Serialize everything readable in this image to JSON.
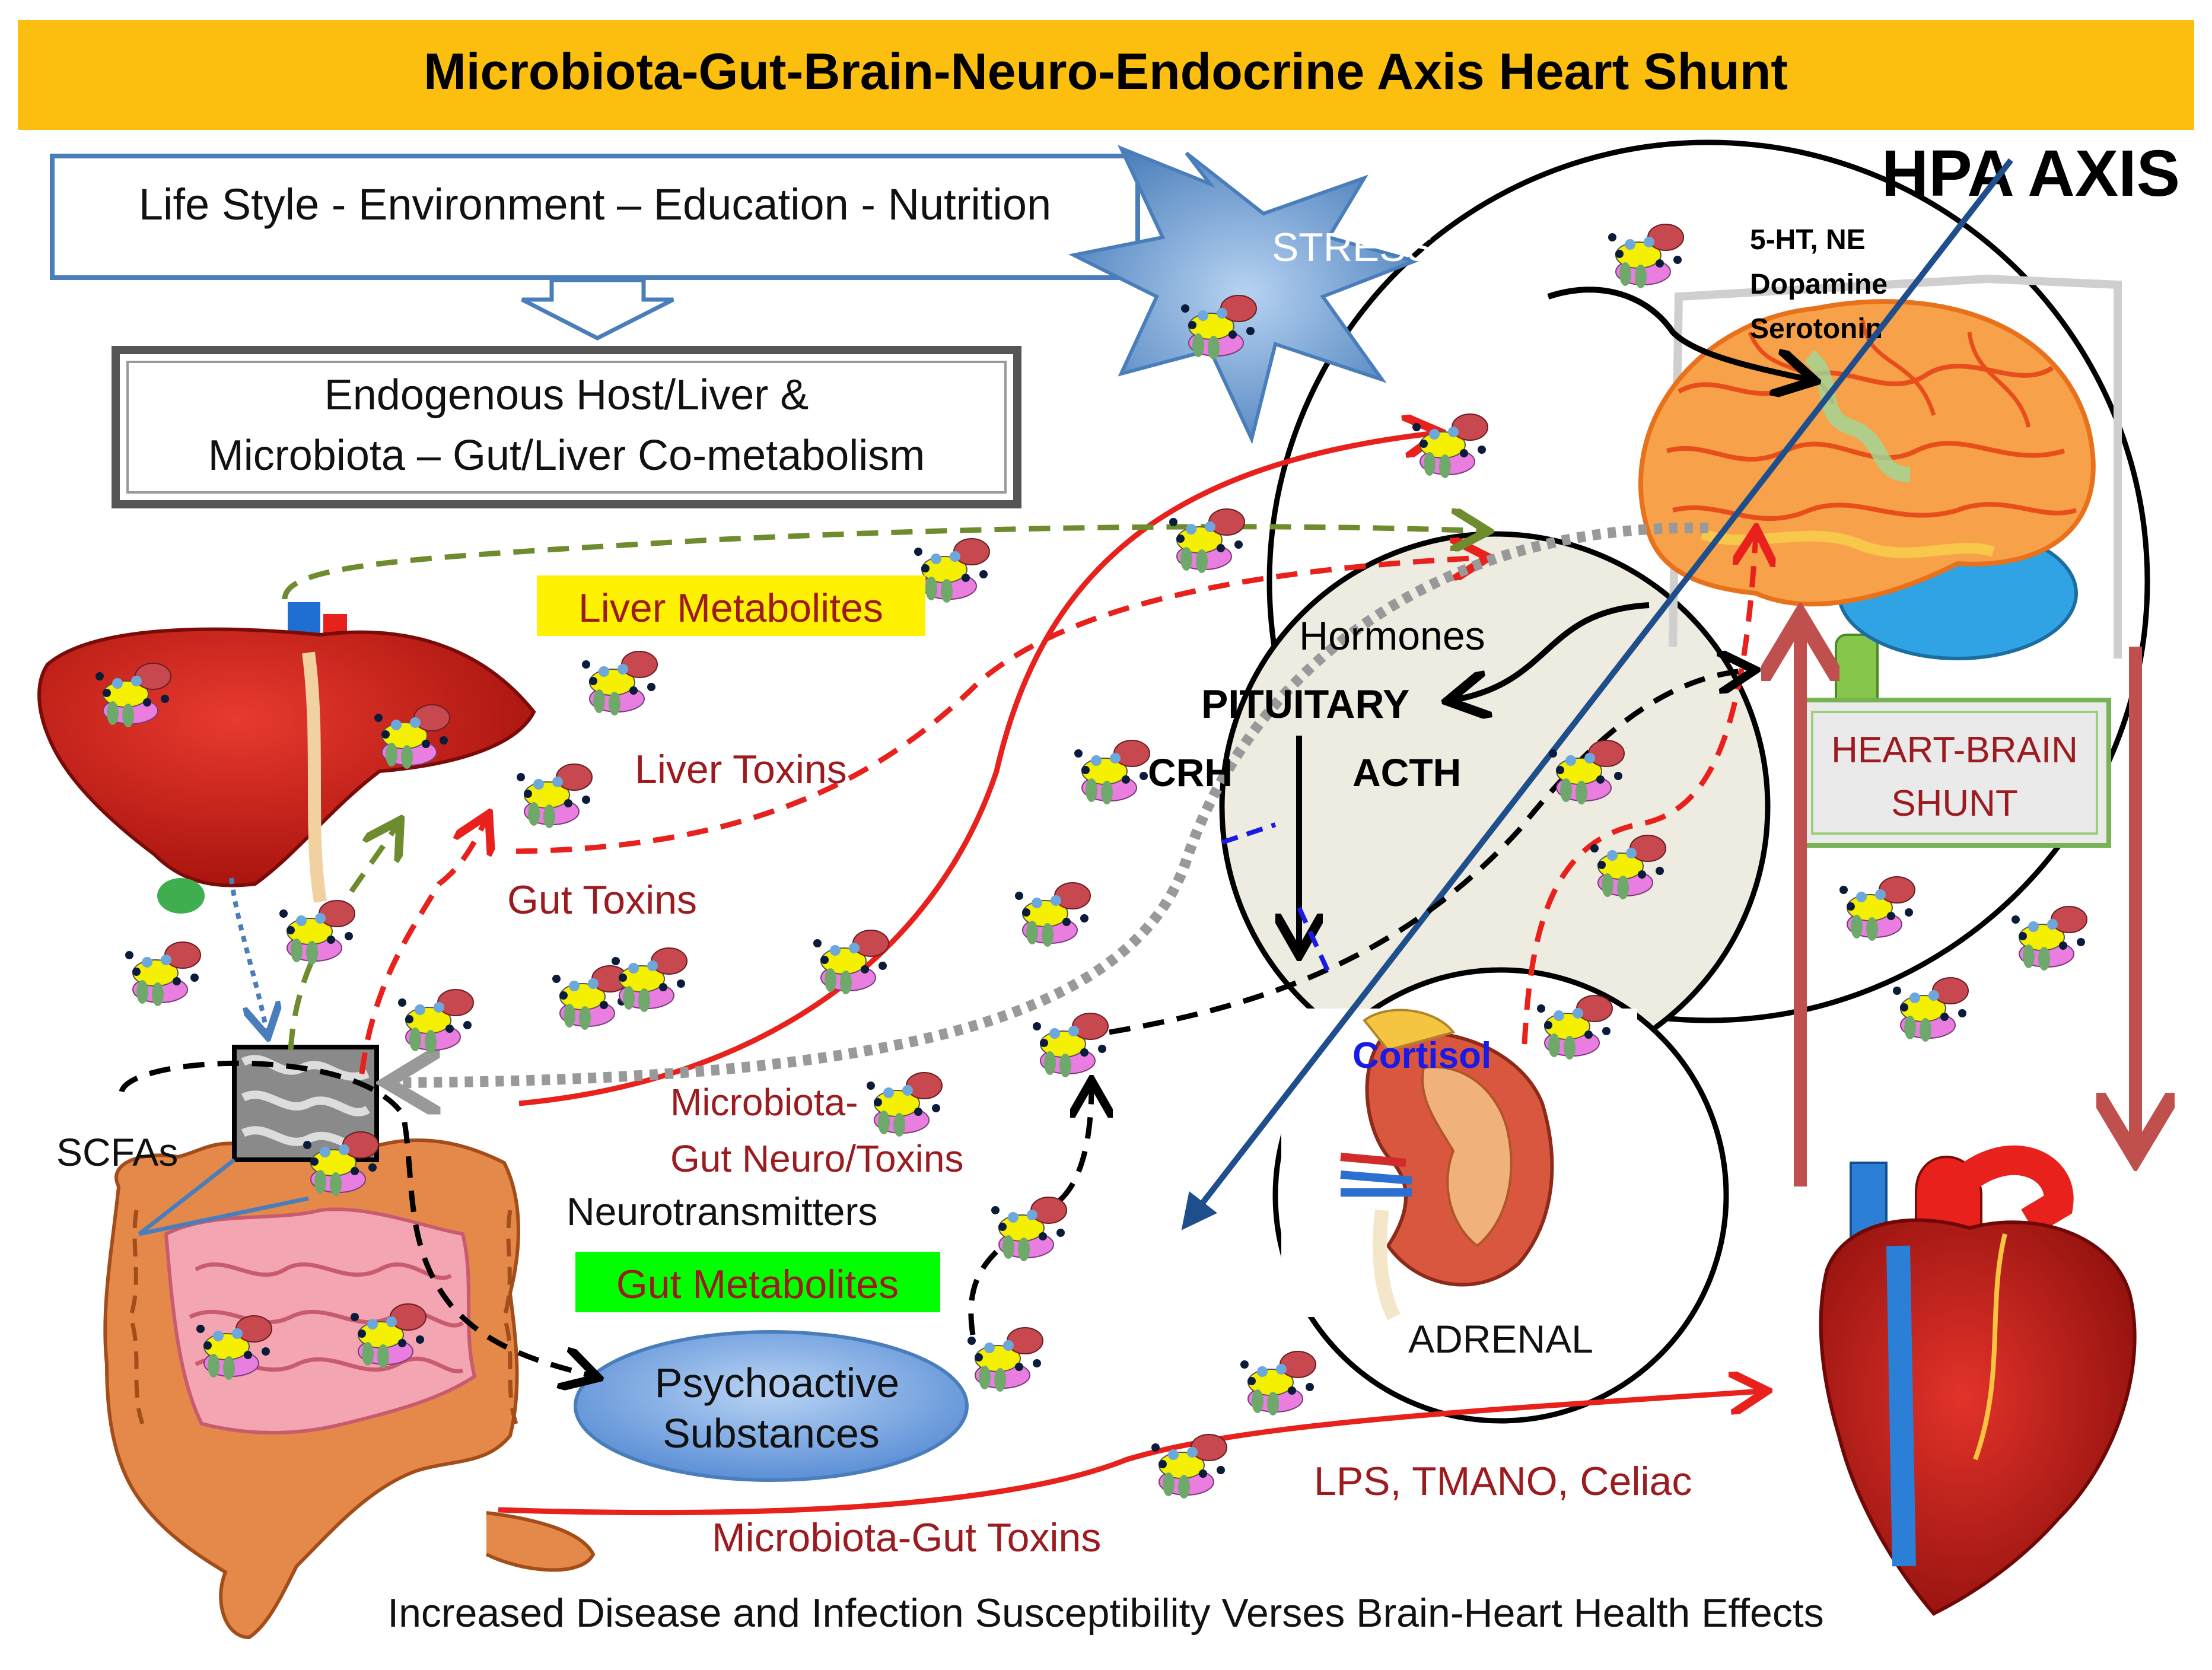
{
  "title": "Microbiota-Gut-Brain-Neuro-Endocrine Axis Heart Shunt",
  "lifestyle_box": "Life Style - Environment – Education - Nutrition",
  "cometabolism_box": {
    "line1": "Endogenous Host/Liver &",
    "line2": "Microbiota – Gut/Liver Co-metabolism"
  },
  "stress_label": "STRESS",
  "hpa_axis_label": "HPA  AXIS",
  "neurotransmitters": {
    "line1": "5-HT, NE",
    "line2": "Dopamine",
    "line3": "Serotonin"
  },
  "hormones_label": "Hormones",
  "pituitary_label": "PITUITARY",
  "crh_label": "CRH",
  "acth_label": "ACTH",
  "cortisol_label": "Cortisol",
  "adrenal_label": "ADRENAL",
  "heart_brain_shunt": {
    "line1": "HEART-BRAIN",
    "line2": "SHUNT"
  },
  "liver_metabolites_label": "Liver Metabolites",
  "liver_toxins_label": "Liver Toxins",
  "gut_toxins_label": "Gut Toxins",
  "scfas_label": "SCFAs",
  "microbiota_gut_neuro_toxins": {
    "line1": "Microbiota-",
    "line2": "Gut Neuro/Toxins"
  },
  "neurotransmitters_label": "Neurotransmitters",
  "gut_metabolites_label": "Gut Metabolites",
  "psychoactive": {
    "line1": "Psychoactive",
    "line2": "Substances"
  },
  "lps_label": "LPS, TMANO, Celiac",
  "microbiota_gut_toxins_label": "Microbiota-Gut Toxins",
  "footer": "Increased Disease and Infection Susceptibility Verses Brain-Heart Health Effects",
  "colors": {
    "title_bar": "#FDBF0F",
    "toxin_red": "#E8211C",
    "label_dark_red": "#9B1B1F",
    "liver_green": "#6E8B2E",
    "shunt_brown": "#C0504D",
    "hpa_blue": "#1F4E8C",
    "box_blue": "#4A7EBB",
    "highlight_yellow": "#FFF200",
    "highlight_green": "#00FF00",
    "cortisol_blue": "#1A1AE6"
  },
  "icons": [
    "liver-icon",
    "intestine-icon",
    "brain-icon",
    "heart-icon",
    "kidney-adrenal-icon",
    "microbe-icon",
    "microscope-image-icon"
  ]
}
